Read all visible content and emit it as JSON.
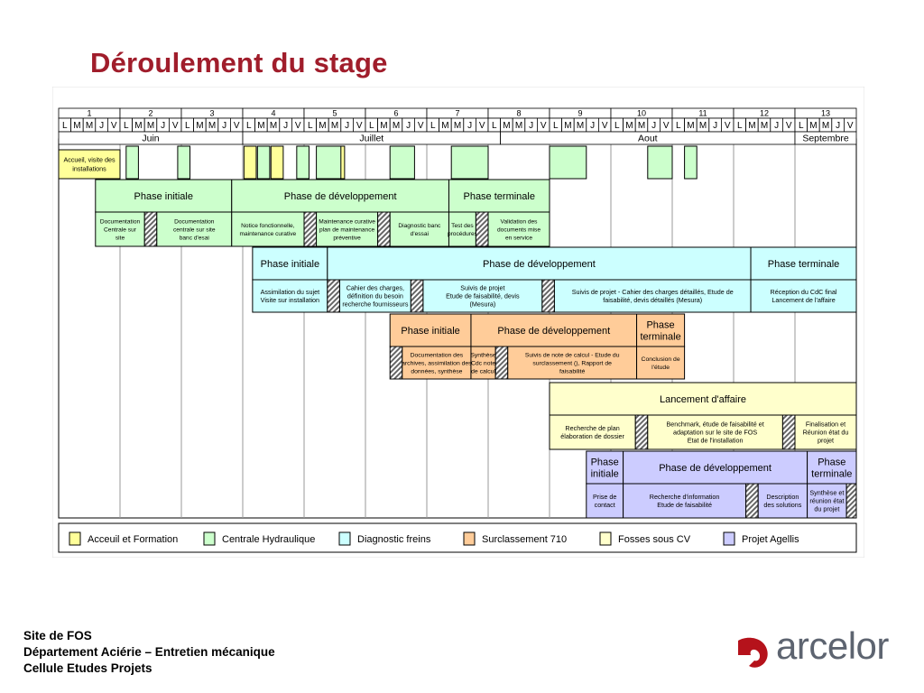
{
  "title": "Déroulement du stage",
  "weeks": [
    "1",
    "2",
    "3",
    "4",
    "5",
    "6",
    "7",
    "8",
    "9",
    "10",
    "11",
    "12",
    "13"
  ],
  "days": [
    "L",
    "M",
    "M",
    "J",
    "V",
    "L",
    "M",
    "M",
    "J",
    "V",
    "L",
    "M",
    "M",
    "J",
    "V",
    "L",
    "M",
    "M",
    "J",
    "V",
    "L",
    "M",
    "M",
    "J",
    "V",
    "L",
    "M",
    "M",
    "J",
    "V",
    "L",
    "M",
    "M",
    "J",
    "V",
    "L",
    "M",
    "M",
    "J",
    "V",
    "L",
    "M",
    "M",
    "J",
    "V",
    "L",
    "M",
    "M",
    "J",
    "V",
    "L",
    "M",
    "M",
    "J",
    "V",
    "L",
    "M",
    "M",
    "J",
    "V",
    "L",
    "M",
    "M",
    "J",
    "V"
  ],
  "months": [
    "Juin",
    "Juillet",
    "Aout",
    "Septembre"
  ],
  "accueil_label": "Accueil, visite des installations",
  "colors": {
    "accueil": "#ffff99",
    "hydraulique": "#ccffcc",
    "freins": "#ccffff",
    "surclassement": "#ffcc99",
    "fosses": "#ffffcc",
    "agellis": "#ccccff"
  },
  "rows": [
    {
      "project": "Centrale Hydraulique",
      "phases": [
        "Phase initiale",
        "Phase de développement",
        "Phase terminale"
      ],
      "tasks": [
        "Documentation Centrale sur site",
        "Documentation centrale sur site banc d'esai",
        "Notice fonctionnelle, maintenance curative",
        "Maintenance curative plan de maintenance préventive",
        "Diagnostic banc d'essai",
        "Test des procédures",
        "Validation des documents mise en service"
      ]
    },
    {
      "project": "Diagnostic freins",
      "phases": [
        "Phase initiale",
        "Phase de développement",
        "Phase terminale"
      ],
      "tasks": [
        "Assimilation du sujet Visite sur installation",
        "Cahier des charges, définition du besoin recherche fournisseurs",
        "Suivis de projet Etude de faisabilité, devis (Mesura)",
        "Suivis de projet - Cahier des charges détaillés, Etude de faisabilité, devis détaillés (Mesura)",
        "Réception du CdC final Lancement de l'affaire"
      ]
    },
    {
      "project": "Surclassement 710",
      "phases": [
        "Phase initiale",
        "Phase de développement",
        "Phase terminale"
      ],
      "tasks": [
        "Documentation des archives, assimilation des données, synthèse",
        "Synthèse Cdc note de calcul",
        "Suivis de note de calcul - Etude du surclassement (), Rapport de faisabilité",
        "Conclusion de l'étude"
      ]
    },
    {
      "project": "Fosses sous CV",
      "phases": [
        "Lancement d'affaire"
      ],
      "tasks": [
        "Recherche de plan élaboration de dossier",
        "Benchmark, étude de faisabilité et adaptation sur le site de FOS Etat de l'installation",
        "Finalisation et Réunion état du projet"
      ]
    },
    {
      "project": "Projet Agellis",
      "phases": [
        "Phase initiale",
        "Phase de développement",
        "Phase terminale"
      ],
      "tasks": [
        "Prise de contact",
        "Recherche d'information Etude de faisabilité",
        "Description des solutions",
        "Synthèse et réunion état du projet"
      ]
    }
  ],
  "legend": [
    {
      "label": "Acceuil et Formation",
      "color": "#ffff99"
    },
    {
      "label": "Centrale Hydraulique",
      "color": "#ccffcc"
    },
    {
      "label": "Diagnostic freins",
      "color": "#ccffff"
    },
    {
      "label": "Surclassement 710",
      "color": "#ffcc99"
    },
    {
      "label": "Fosses sous CV",
      "color": "#ffffcc"
    },
    {
      "label": "Projet Agellis",
      "color": "#ccccff"
    }
  ],
  "footer": {
    "line1": "Site de FOS",
    "line2": "Département Aciérie – Entretien mécanique",
    "line3": "Cellule Etudes Projets"
  },
  "logo": {
    "text": "arcelor",
    "color": "#b5121b"
  }
}
